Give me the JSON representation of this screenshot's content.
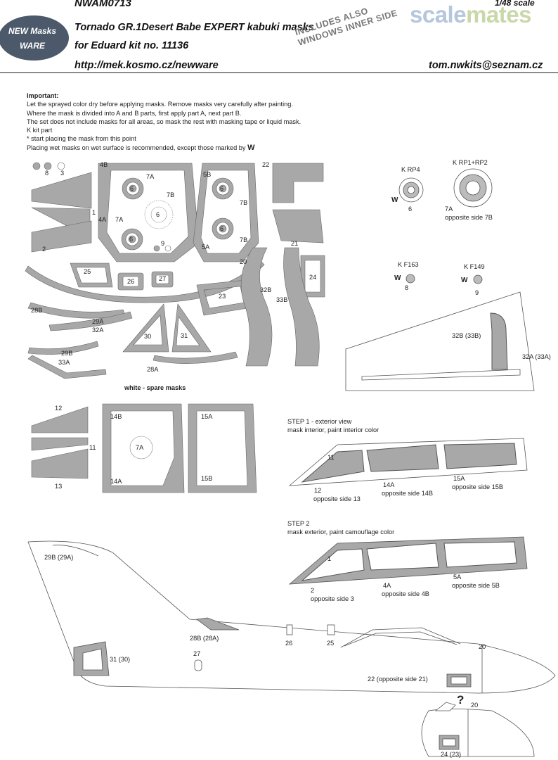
{
  "header": {
    "code": "NWAM0713",
    "title": "Tornado GR.1Desert Babe EXPERT kabuki masks",
    "kit": "for Eduard kit no. 11136",
    "url": "http://mek.kosmo.cz/newware",
    "email": "tom.nwkits@seznam.cz",
    "scale": "1/48 scale",
    "logo_line1": "NEW Masks",
    "logo_line2": "WARE",
    "stamp_line1": "INCLUDES ALSO",
    "stamp_line2": "WINDOWS INNER SIDE",
    "watermark_part1": "scale",
    "watermark_part2": "mates"
  },
  "notes": {
    "heading": "Important:",
    "line1": "Let the sprayed color dry before applying masks. Remove masks very carefully after painting.",
    "line2": "Where the mask is divided into A and B parts, first apply part A, next part B.",
    "line3": "The set does not include masks for all areas, so mask the rest with masking tape or liquid mask.",
    "line4": "K kit part",
    "line5": "*  start placing the mask from this point",
    "line6": "Placing wet masks on wet surface is recommended, except those marked by",
    "wet_symbol": "W"
  },
  "sheet_labels": {
    "c8": "8",
    "c3": "3",
    "l4B": "4B",
    "l1": "1",
    "l4A": "4A",
    "l2": "2",
    "l7A_a": "7A",
    "l7B_a": "7B",
    "l6_a": "6",
    "l7A_b": "7A",
    "l6_b": "6",
    "l6_c": "6",
    "l5B": "5B",
    "l7B_b": "7B",
    "l5A": "5A",
    "l7B_c": "7B",
    "l6_d": "6",
    "l6_e": "6",
    "l9": "9",
    "l22": "22",
    "l21": "21",
    "l20": "20",
    "l25": "25",
    "l26": "26",
    "l27": "27",
    "l24": "24",
    "l23": "23",
    "l32B": "32B",
    "l33B": "33B",
    "l28B": "28B",
    "l29A": "29A",
    "l32A": "32A",
    "l30": "30",
    "l31": "31",
    "l29B": "29B",
    "l33A": "33A",
    "l28A": "28A",
    "spare": "white - spare masks",
    "l12": "12",
    "l14B": "14B",
    "l15A": "15A",
    "l11": "11",
    "l7A_c": "7A",
    "l13": "13",
    "l14A": "14A",
    "l15B": "15B"
  },
  "wheels": {
    "rp4": "K RP4",
    "rp4_w": "W",
    "rp4_num": "6",
    "rp1": "K RP1+RP2",
    "rp1_num": "7A",
    "rp1_opp": "opposite side 7B",
    "f163": "K F163",
    "f163_w": "W",
    "f163_num": "8",
    "f149": "K F149",
    "f149_w": "W",
    "f149_num": "9"
  },
  "side_panel": {
    "l32B33B": "32B (33B)",
    "l32A33A": "32A (33A)"
  },
  "step1": {
    "title": "STEP 1 - exterior view",
    "sub": "mask interior, paint interior color",
    "l11": "11",
    "l12": "12",
    "opp13": "opposite side 13",
    "l14A": "14A",
    "opp14B": "opposite side 14B",
    "l15A": "15A",
    "opp15B": "opposite side 15B"
  },
  "step2": {
    "title": "STEP 2",
    "sub": "mask exterior, paint camouflage color",
    "l1": "1",
    "l2": "2",
    "opp3": "opposite side 3",
    "l4A": "4A",
    "opp4B": "opposite side 4B",
    "l5A": "5A",
    "opp5B": "opposite side 5B"
  },
  "airframe": {
    "l29B29A": "29B (29A)",
    "l28B28A": "28B (28A)",
    "l26": "26",
    "l25": "25",
    "l20": "20",
    "l27": "27",
    "l31_30": "31 (30)",
    "l22opp21": "22 (opposite side 21)",
    "q": "?",
    "l20b": "20",
    "l24_23": "24 (23)"
  },
  "colors": {
    "mask_fill": "#a8a8a8",
    "line": "#333333",
    "logo": "#4b596a"
  }
}
